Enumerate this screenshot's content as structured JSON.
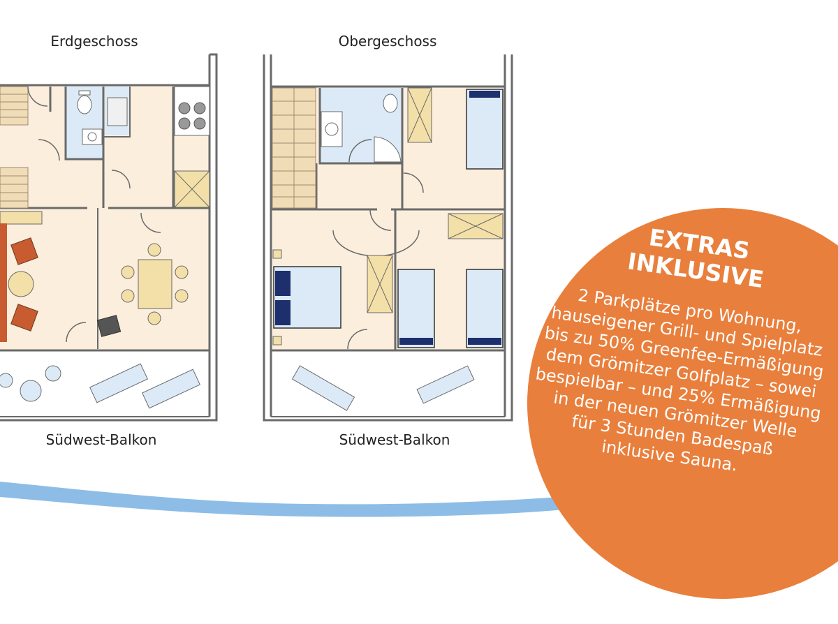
{
  "plans": {
    "ground_floor": {
      "title": "Erdgeschoss",
      "balcony_label": "Südwest-Balkon"
    },
    "upper_floor": {
      "title": "Obergeschoss",
      "balcony_label": "Südwest-Balkon"
    }
  },
  "extras": {
    "title_line1": "EXTRAS",
    "title_line2": "INKLUSIVE",
    "lines": [
      "2 Parkplätze pro Wohnung,",
      "hauseigener Grill- und Spielplatz",
      "bis zu 50% Greenfee-Ermäßigung",
      "dem Grömitzer Golfplatz – sowei",
      "bespielbar – und 25% Ermäßigung",
      "in der neuen Grömitzer Welle",
      "für 3 Stunden Badespaß",
      "inklusive Sauna."
    ]
  },
  "colors": {
    "floor": "#fbeedd",
    "wet_room": "#dbeaf6",
    "wall": "#6a6a6a",
    "furniture": "#f3dfa8",
    "sofa": "#c85b2f",
    "circle": "#e97f3c",
    "wave": "#8dbde6"
  }
}
